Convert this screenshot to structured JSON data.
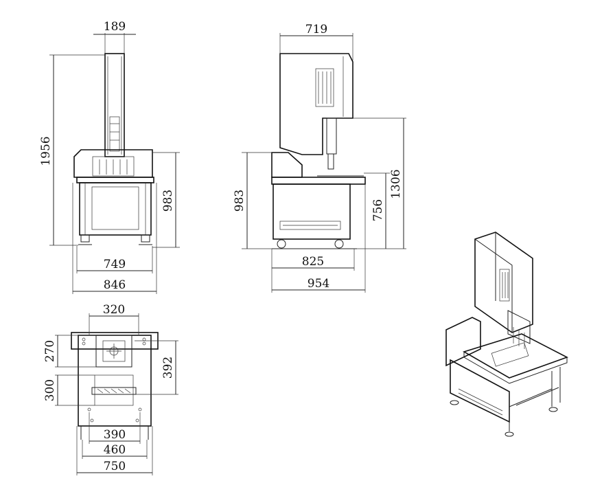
{
  "front_view": {
    "top_width": "189",
    "total_height": "1956",
    "table_height": "983",
    "inner_width": "749",
    "outer_width": "846"
  },
  "side_view": {
    "head_width": "719",
    "table_height": "983",
    "stroke_height": "1306",
    "work_height": "756",
    "wheel_span": "825",
    "total_depth": "954"
  },
  "top_view": {
    "head_width": "320",
    "head_depth": "270",
    "fixture_depth": "392",
    "plate_depth": "300",
    "hole_span": "390",
    "leg_span": "460",
    "total_width": "750"
  },
  "icons": {
    "machine": "ultrasonic-welder-isometric-icon"
  }
}
